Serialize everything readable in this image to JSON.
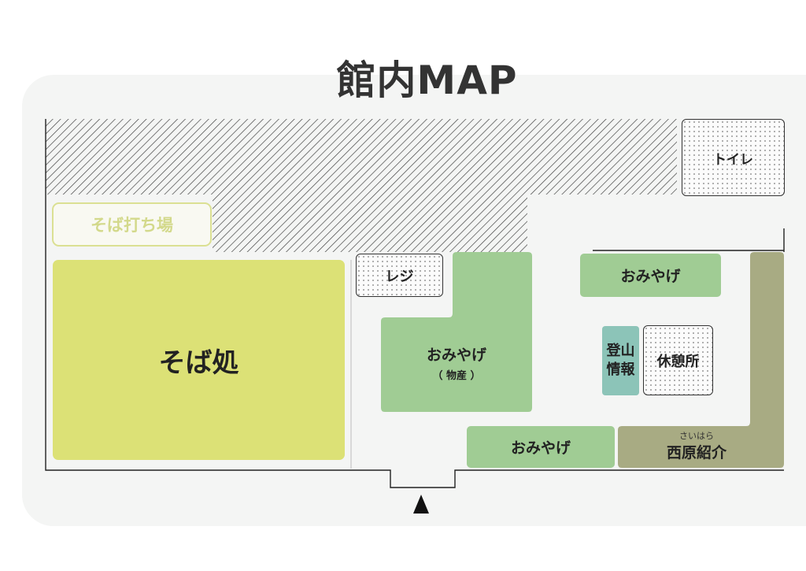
{
  "title": "館内MAP",
  "rooms": {
    "toilet": "トイレ",
    "soba_uchiba": "そば打ち場",
    "soba_dokoro": "そば処",
    "register": "レジ",
    "omiyage_bussan": "おみやげ",
    "bussan_note": "（ 物産 ）",
    "omiyage_top": "おみやげ",
    "tozan_joho_line1": "登山",
    "tozan_joho_line2": "情報",
    "kyukeijo": "休憩所",
    "omiyage_bottom": "おみやげ",
    "saihara_ruby": "さいはら",
    "saihara_shokai": "西原紹介"
  },
  "colors": {
    "panel": "#f4f5f4",
    "soba": "#dce176",
    "omiyage": "#a0cc94",
    "tozan": "#8cc4b8",
    "saihara": "#a8ab83",
    "hatch": "#444444"
  }
}
